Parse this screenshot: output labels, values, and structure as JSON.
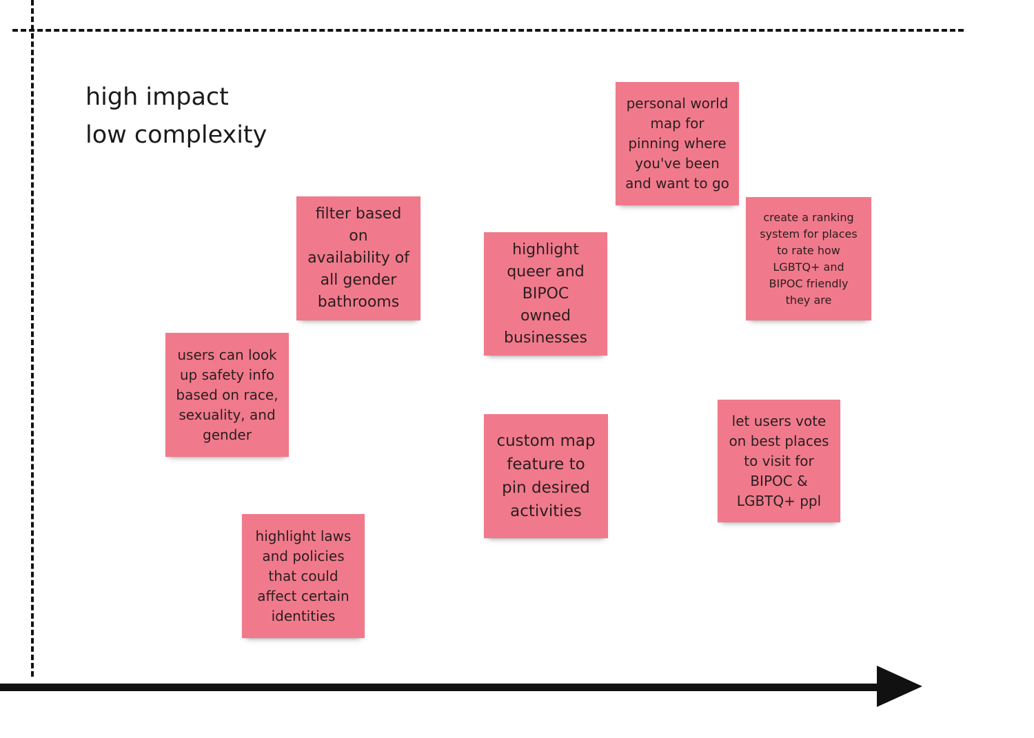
{
  "quadrant": {
    "title_line1": "high impact",
    "title_line2": "low complexity"
  },
  "notes": [
    {
      "text": "personal world map for pinning where you've been and want to go"
    },
    {
      "text": "filter based on availability of all gender bathrooms"
    },
    {
      "text": "highlight queer and BIPOC owned businesses"
    },
    {
      "text": "create a ranking system for places to rate how LGBTQ+ and BIPOC friendly they are"
    },
    {
      "text": "users can look up safety info based on race, sexuality, and gender"
    },
    {
      "text": "custom map feature to pin desired activities"
    },
    {
      "text": "let users vote on best places to visit for BIPOC & LGBTQ+ ppl"
    },
    {
      "text": "highlight laws and policies that could affect certain identities"
    }
  ],
  "colors": {
    "sticky": "#f07a8b",
    "axis": "#111111"
  }
}
